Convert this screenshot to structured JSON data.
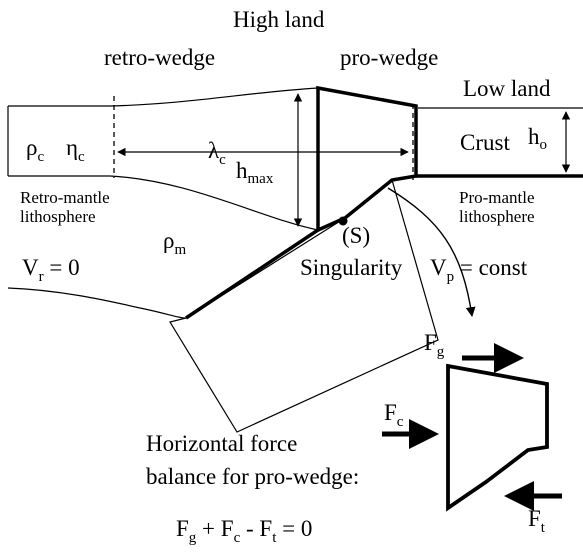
{
  "labels": {
    "high_land": "High land",
    "retro_wedge": "retro-wedge",
    "pro_wedge": "pro-wedge",
    "low_land": "Low land",
    "rho": "ρ",
    "c": "c",
    "eta": "η",
    "lambda": "λ",
    "h": "h",
    "max": "max",
    "crust": "Crust",
    "o": "o",
    "retro_mantle_1": "Retro-mantle",
    "retro_mantle_2": "lithosphere",
    "pro_mantle_1": "Pro-mantle",
    "pro_mantle_2": "lithosphere",
    "m": "m",
    "s_label": "(S)",
    "singularity": "Singularity",
    "v": "V",
    "r": "r",
    "p": "p",
    "vr_rest": " = 0",
    "vp_rest": " = const",
    "force_title_1": "Horizontal force",
    "force_title_2": "balance for pro-wedge:",
    "f": "F",
    "g": "g",
    "t": "t",
    "eq_plus": " + F",
    "eq_minus": " - F",
    "eq_end": " = 0"
  }
}
